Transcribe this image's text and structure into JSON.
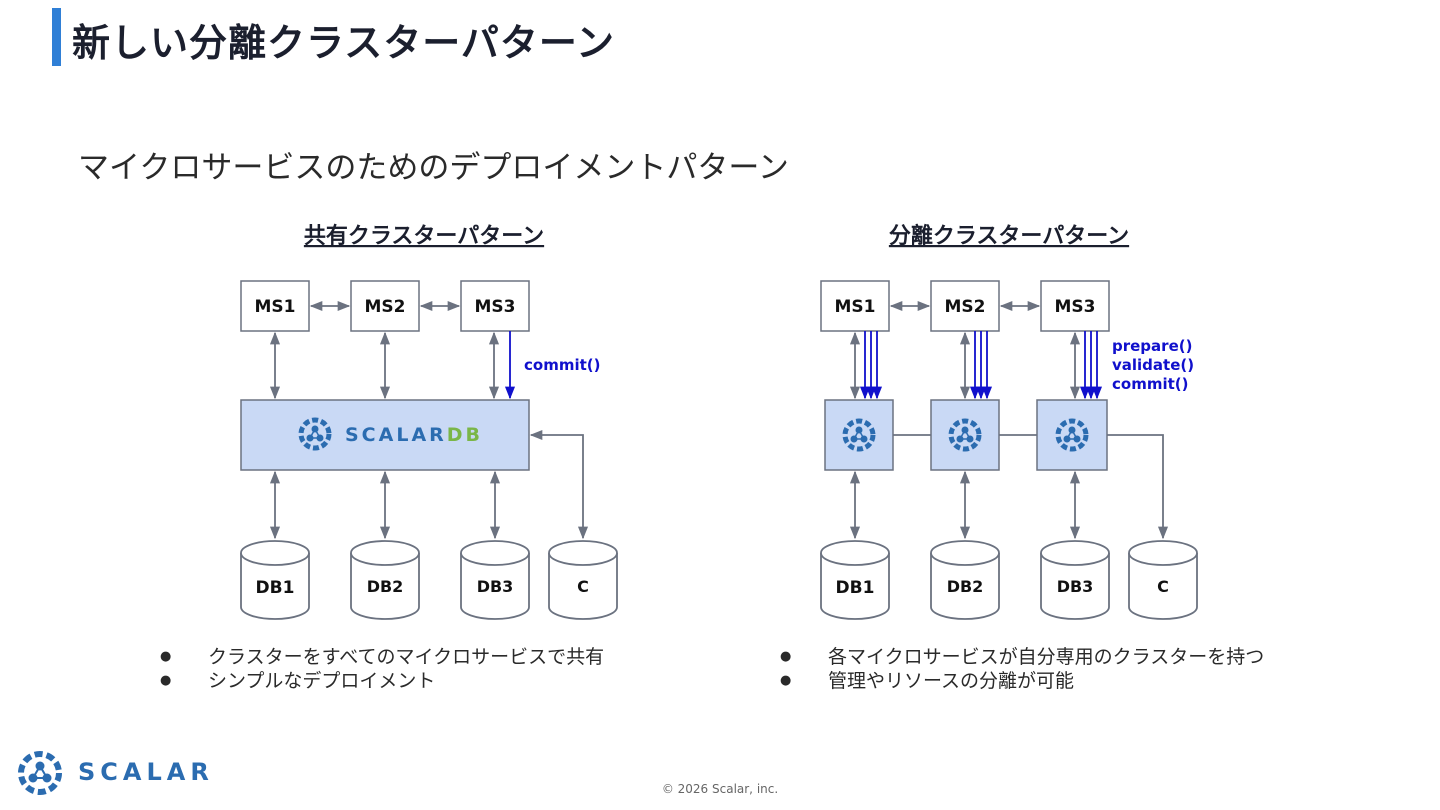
{
  "page_title": "新しい分離クラスターパターン",
  "subtitle": "マイクロサービスのためのデプロイメントパターン",
  "colors": {
    "accent": "#2f7fd6",
    "box_fill": "#c9d9f5",
    "line": "#6b7280",
    "call_blue": "#1010cc",
    "db_green": "#7ab648",
    "brand_blue": "#2b6cb0"
  },
  "shared": {
    "heading": "共有クラスターパターン",
    "services": [
      "MS1",
      "MS2",
      "MS3"
    ],
    "cluster_brand": "SCALAR",
    "cluster_brand_suffix": "DB",
    "databases": [
      "DB1",
      "DB2",
      "DB3",
      "C"
    ],
    "call_label": "commit()",
    "bullets": [
      "クラスターをすべてのマイクロサービスで共有",
      "シンプルなデプロイメント"
    ]
  },
  "separated": {
    "heading": "分離クラスターパターン",
    "services": [
      "MS1",
      "MS2",
      "MS3"
    ],
    "databases": [
      "DB1",
      "DB2",
      "DB3",
      "C"
    ],
    "call_labels": [
      "prepare()",
      "validate()",
      "commit()"
    ],
    "bullets": [
      "各マイクロサービスが自分専用のクラスターを持つ",
      "管理やリソースの分離が可能"
    ]
  },
  "footer": {
    "logo_text": "SCALAR",
    "copyright": "© 2026 Scalar, inc."
  }
}
